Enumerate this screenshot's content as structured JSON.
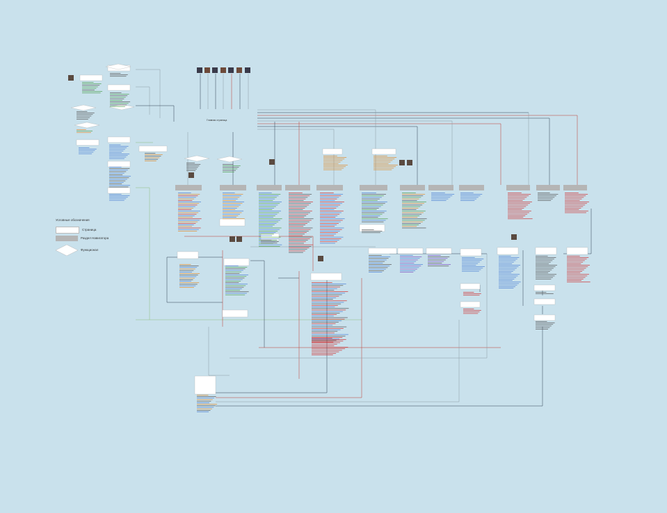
{
  "legend": {
    "title": "Условные обозначения",
    "page": "Страница",
    "nav_section": "Раздел Навигатора",
    "function": "Функционал"
  },
  "main_page_label": "Главная страница",
  "colors": {
    "background": "#c9e1ec",
    "page_box": "#ffffff",
    "nav_box": "#b5b5b5",
    "line_red": "#c0392b",
    "line_dark": "#2c3e50",
    "line_gray": "#8a9aa3",
    "line_green": "#8fbf7a",
    "text_blue": "#4a7fd4",
    "text_red": "#d03030",
    "text_orange": "#e08a2a",
    "text_green": "#4f9f4f",
    "text_purple": "#7a4fc0"
  }
}
